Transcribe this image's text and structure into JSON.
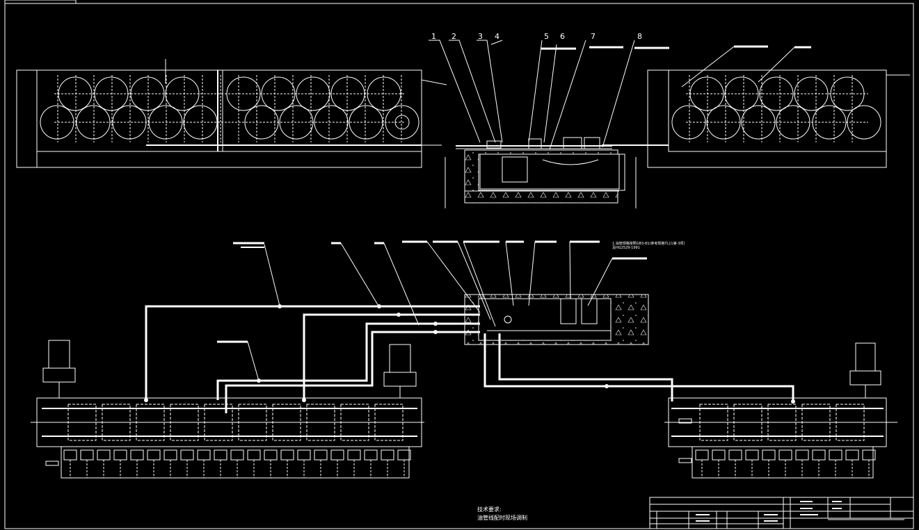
{
  "balloons": [
    "1",
    "2",
    "3",
    "4",
    "5",
    "6",
    "7",
    "8"
  ],
  "notes": {
    "title": "技术要求:",
    "line1": "油管线配时现场调制"
  },
  "spec_note": {
    "line1": "1.油管规格按照GB3-81(参考规格TL11第-3项)",
    "line2": "及HG2529-1991"
  },
  "colors": {
    "background": "#000000",
    "lines": "#ffffff"
  }
}
